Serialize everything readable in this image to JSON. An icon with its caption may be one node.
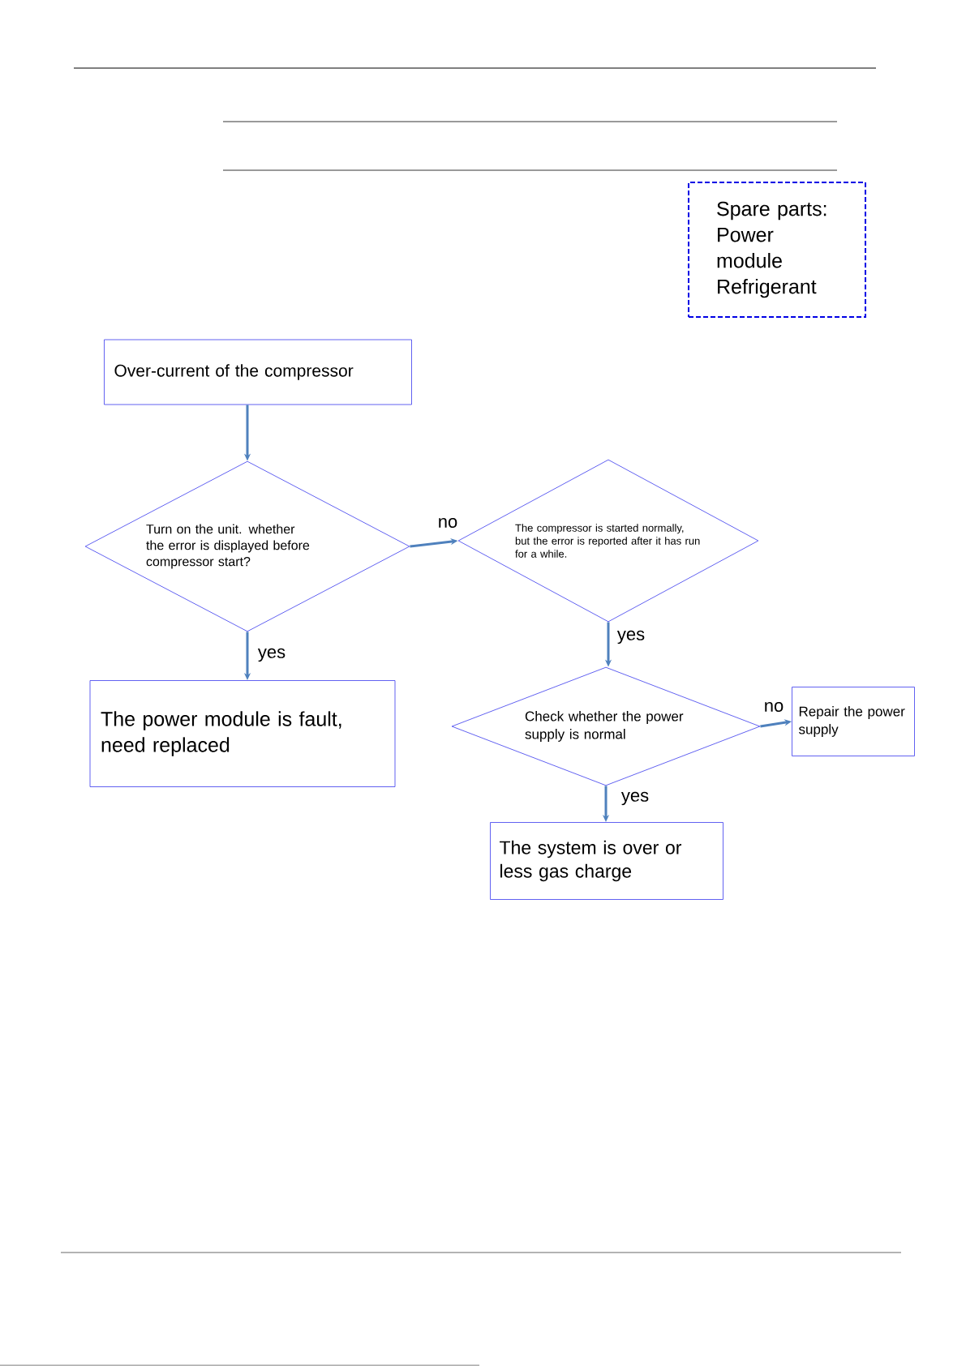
{
  "diagram": {
    "nodes": [
      {
        "text": [
          "Spare parts: Power module Refrigerant"
        ]
      },
      {
        "text": [
          "Over-current of the compressor"
        ]
      },
      {
        "text": [
          "Turn on the unit. whether the error is displayed before compressor start?"
        ]
      },
      {
        "text": [
          "The compressor is started normally, but the error is reported after it has run for a while."
        ]
      },
      {
        "text": [
          "The power module is fault, need replaced"
        ]
      },
      {
        "text": [
          "Check whether the power supply is normal"
        ]
      },
      {
        "text": [
          "Repair the power supply"
        ]
      },
      {
        "text": [
          "The system is over or less gas charge"
        ]
      }
    ],
    "edges": [
      {
        "from": 1,
        "to": 2,
        "arrow": "to"
      },
      {
        "from": 2,
        "to": 3,
        "arrow": "to",
        "label": "no"
      },
      {
        "from": 2,
        "to": 4,
        "arrow": "to",
        "label": "yes"
      },
      {
        "from": 3,
        "to": 5,
        "arrow": "to",
        "label": "yes"
      },
      {
        "from": 5,
        "to": 6,
        "arrow": "to",
        "label": "no"
      },
      {
        "from": 5,
        "to": 7,
        "arrow": "to",
        "label": "yes"
      }
    ]
  }
}
